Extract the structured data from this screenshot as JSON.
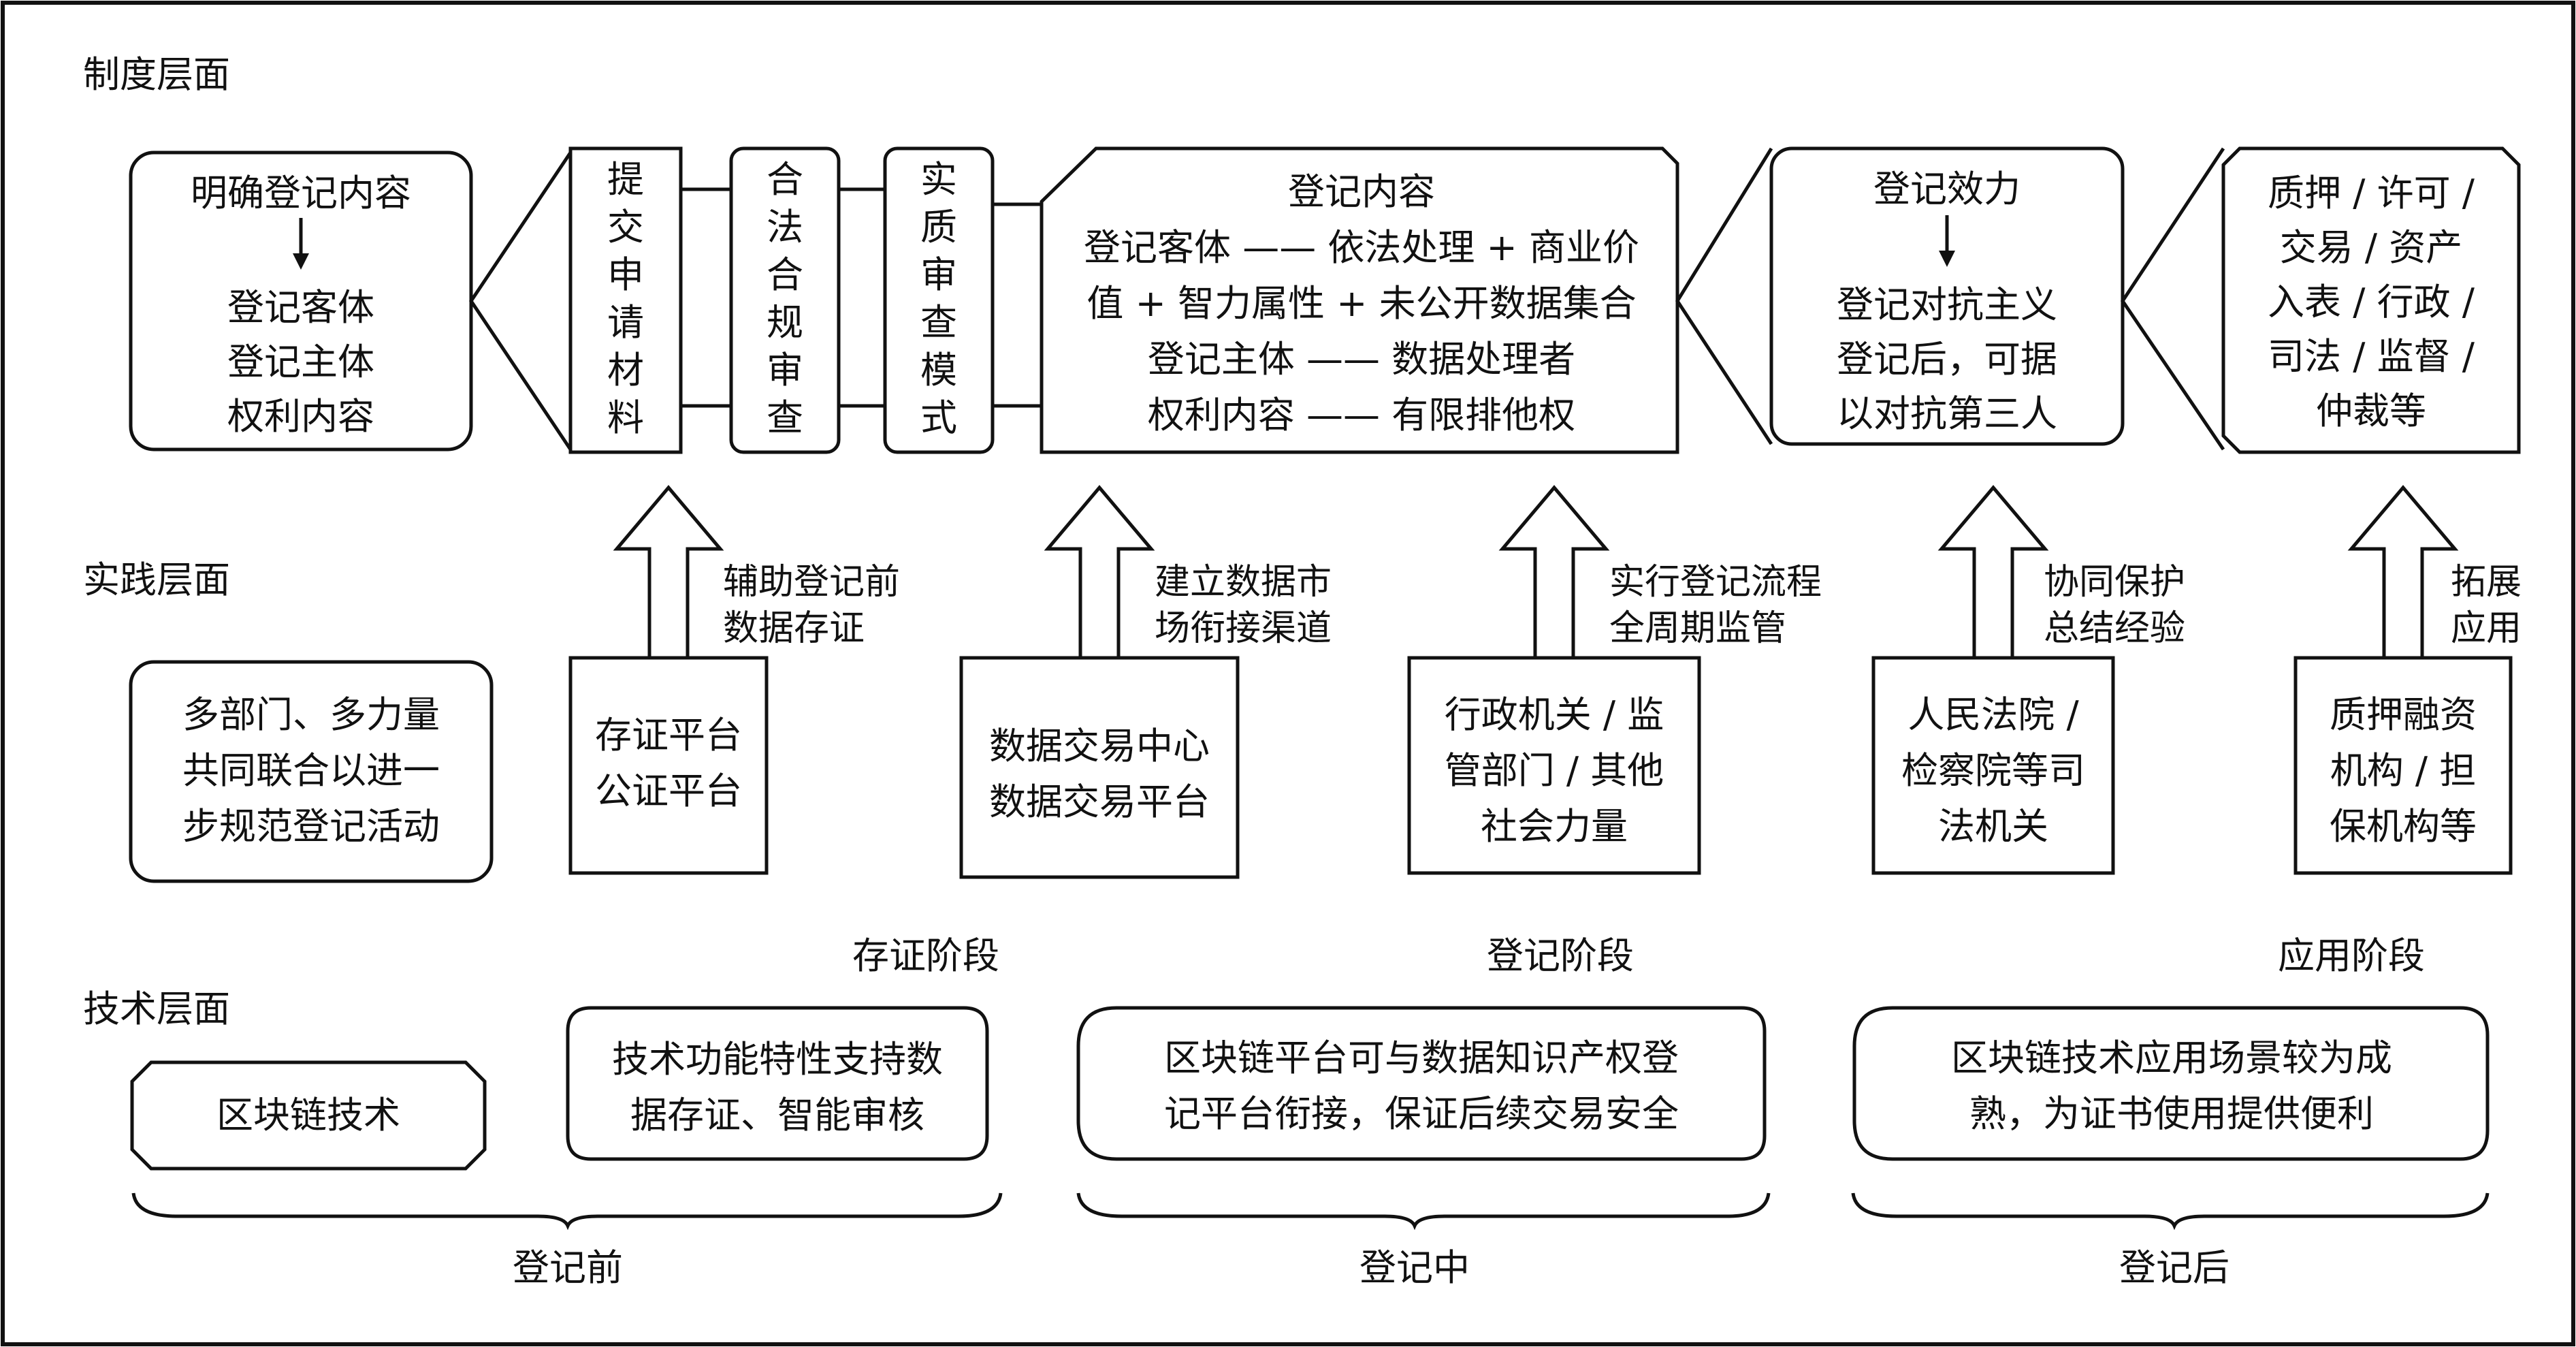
{
  "layers": {
    "institution": "制度层面",
    "practice": "实践层面",
    "technology": "技术层面"
  },
  "institution": {
    "clarify": {
      "title": "明确登记内容",
      "items": [
        "登记客体",
        "登记主体",
        "权利内容"
      ]
    },
    "steps": [
      {
        "chars": [
          "提",
          "交",
          "申",
          "请",
          "材",
          "料"
        ]
      },
      {
        "chars": [
          "合",
          "法",
          "合",
          "规",
          "审",
          "查"
        ]
      },
      {
        "chars": [
          "实",
          "质",
          "审",
          "查",
          "模",
          "式"
        ]
      }
    ],
    "content": {
      "title": "登记内容",
      "lines": [
        "登记客体 —— 依法处理 + 商业价",
        "值 + 智力属性 + 未公开数据集合",
        "登记主体 —— 数据处理者",
        "权利内容 —— 有限排他权"
      ]
    },
    "effect": {
      "title": "登记效力",
      "lines": [
        "登记对抗主义",
        "登记后，可据",
        "以对抗第三人"
      ]
    },
    "application": {
      "lines": [
        "质押 / 许可 /",
        "交易 / 资产",
        "入表 / 行政 /",
        "司法 / 监督 /",
        "仲裁等"
      ]
    }
  },
  "practice": {
    "multi": {
      "lines": [
        "多部门、多力量",
        "共同联合以进一",
        "步规范登记活动"
      ]
    },
    "platforms": [
      {
        "arrow_label": [
          "辅助登记前",
          "数据存证"
        ],
        "box": [
          "存证平台",
          "公证平台"
        ]
      },
      {
        "arrow_label": [
          "建立数据市",
          "场衔接渠道"
        ],
        "box": [
          "数据交易中心",
          "数据交易平台"
        ]
      },
      {
        "arrow_label": [
          "实行登记流程",
          "全周期监管"
        ],
        "box": [
          "行政机关 / 监",
          "管部门 / 其他",
          "社会力量"
        ]
      },
      {
        "arrow_label": [
          "协同保护",
          "总结经验"
        ],
        "box": [
          "人民法院 /",
          "检察院等司",
          "法机关"
        ]
      },
      {
        "arrow_label": [
          "拓展",
          "应用"
        ],
        "box": [
          "质押融资",
          "机构 / 担",
          "保机构等"
        ]
      }
    ]
  },
  "technology": {
    "stages": [
      "存证阶段",
      "登记阶段",
      "应用阶段"
    ],
    "blockchain": "区块链技术",
    "boxes": [
      {
        "lines": [
          "技术功能特性支持数",
          "据存证、智能审核"
        ]
      },
      {
        "lines": [
          "区块链平台可与数据知识产权登",
          "记平台衔接，保证后续交易安全"
        ]
      },
      {
        "lines": [
          "区块链技术应用场景较为成",
          "熟，为证书使用提供便利"
        ]
      }
    ],
    "periods": [
      "登记前",
      "登记中",
      "登记后"
    ]
  },
  "colors": {
    "stroke": "#111111",
    "background": "#ffffff"
  }
}
